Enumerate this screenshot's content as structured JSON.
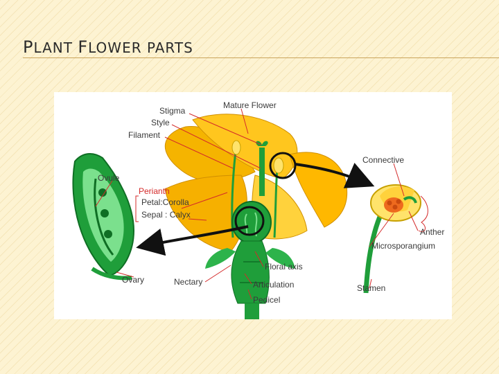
{
  "slide": {
    "title_first_P": "P",
    "title_rest1": "LANT ",
    "title_first_F": "F",
    "title_rest2": "LOWER PARTS"
  },
  "diagram": {
    "labels": {
      "stigma": "Stigma",
      "style": "Style",
      "filament": "Filament",
      "mature_flower": "Mature Flower",
      "connective": "Connective",
      "ovule": "Ovule",
      "perianth": "Perianth",
      "petal_corolla": "Petal:Corolla",
      "sepal_calyx": "Sepal : Calyx",
      "anther": "Anther",
      "microsporangium": "Microsporangium",
      "ovary": "Ovary",
      "nectary": "Nectary",
      "floral_axis": "Floral axis",
      "articulation": "Articulation",
      "pedicel": "Pedicel",
      "stamen": "Stamen"
    },
    "colors": {
      "petal": "#f5b400",
      "petal_light": "#ffd23c",
      "green": "#1f9e3a",
      "green_dark": "#0f6e24",
      "label_red": "#d42a2a",
      "anther_orange": "#ee6a1e"
    }
  }
}
